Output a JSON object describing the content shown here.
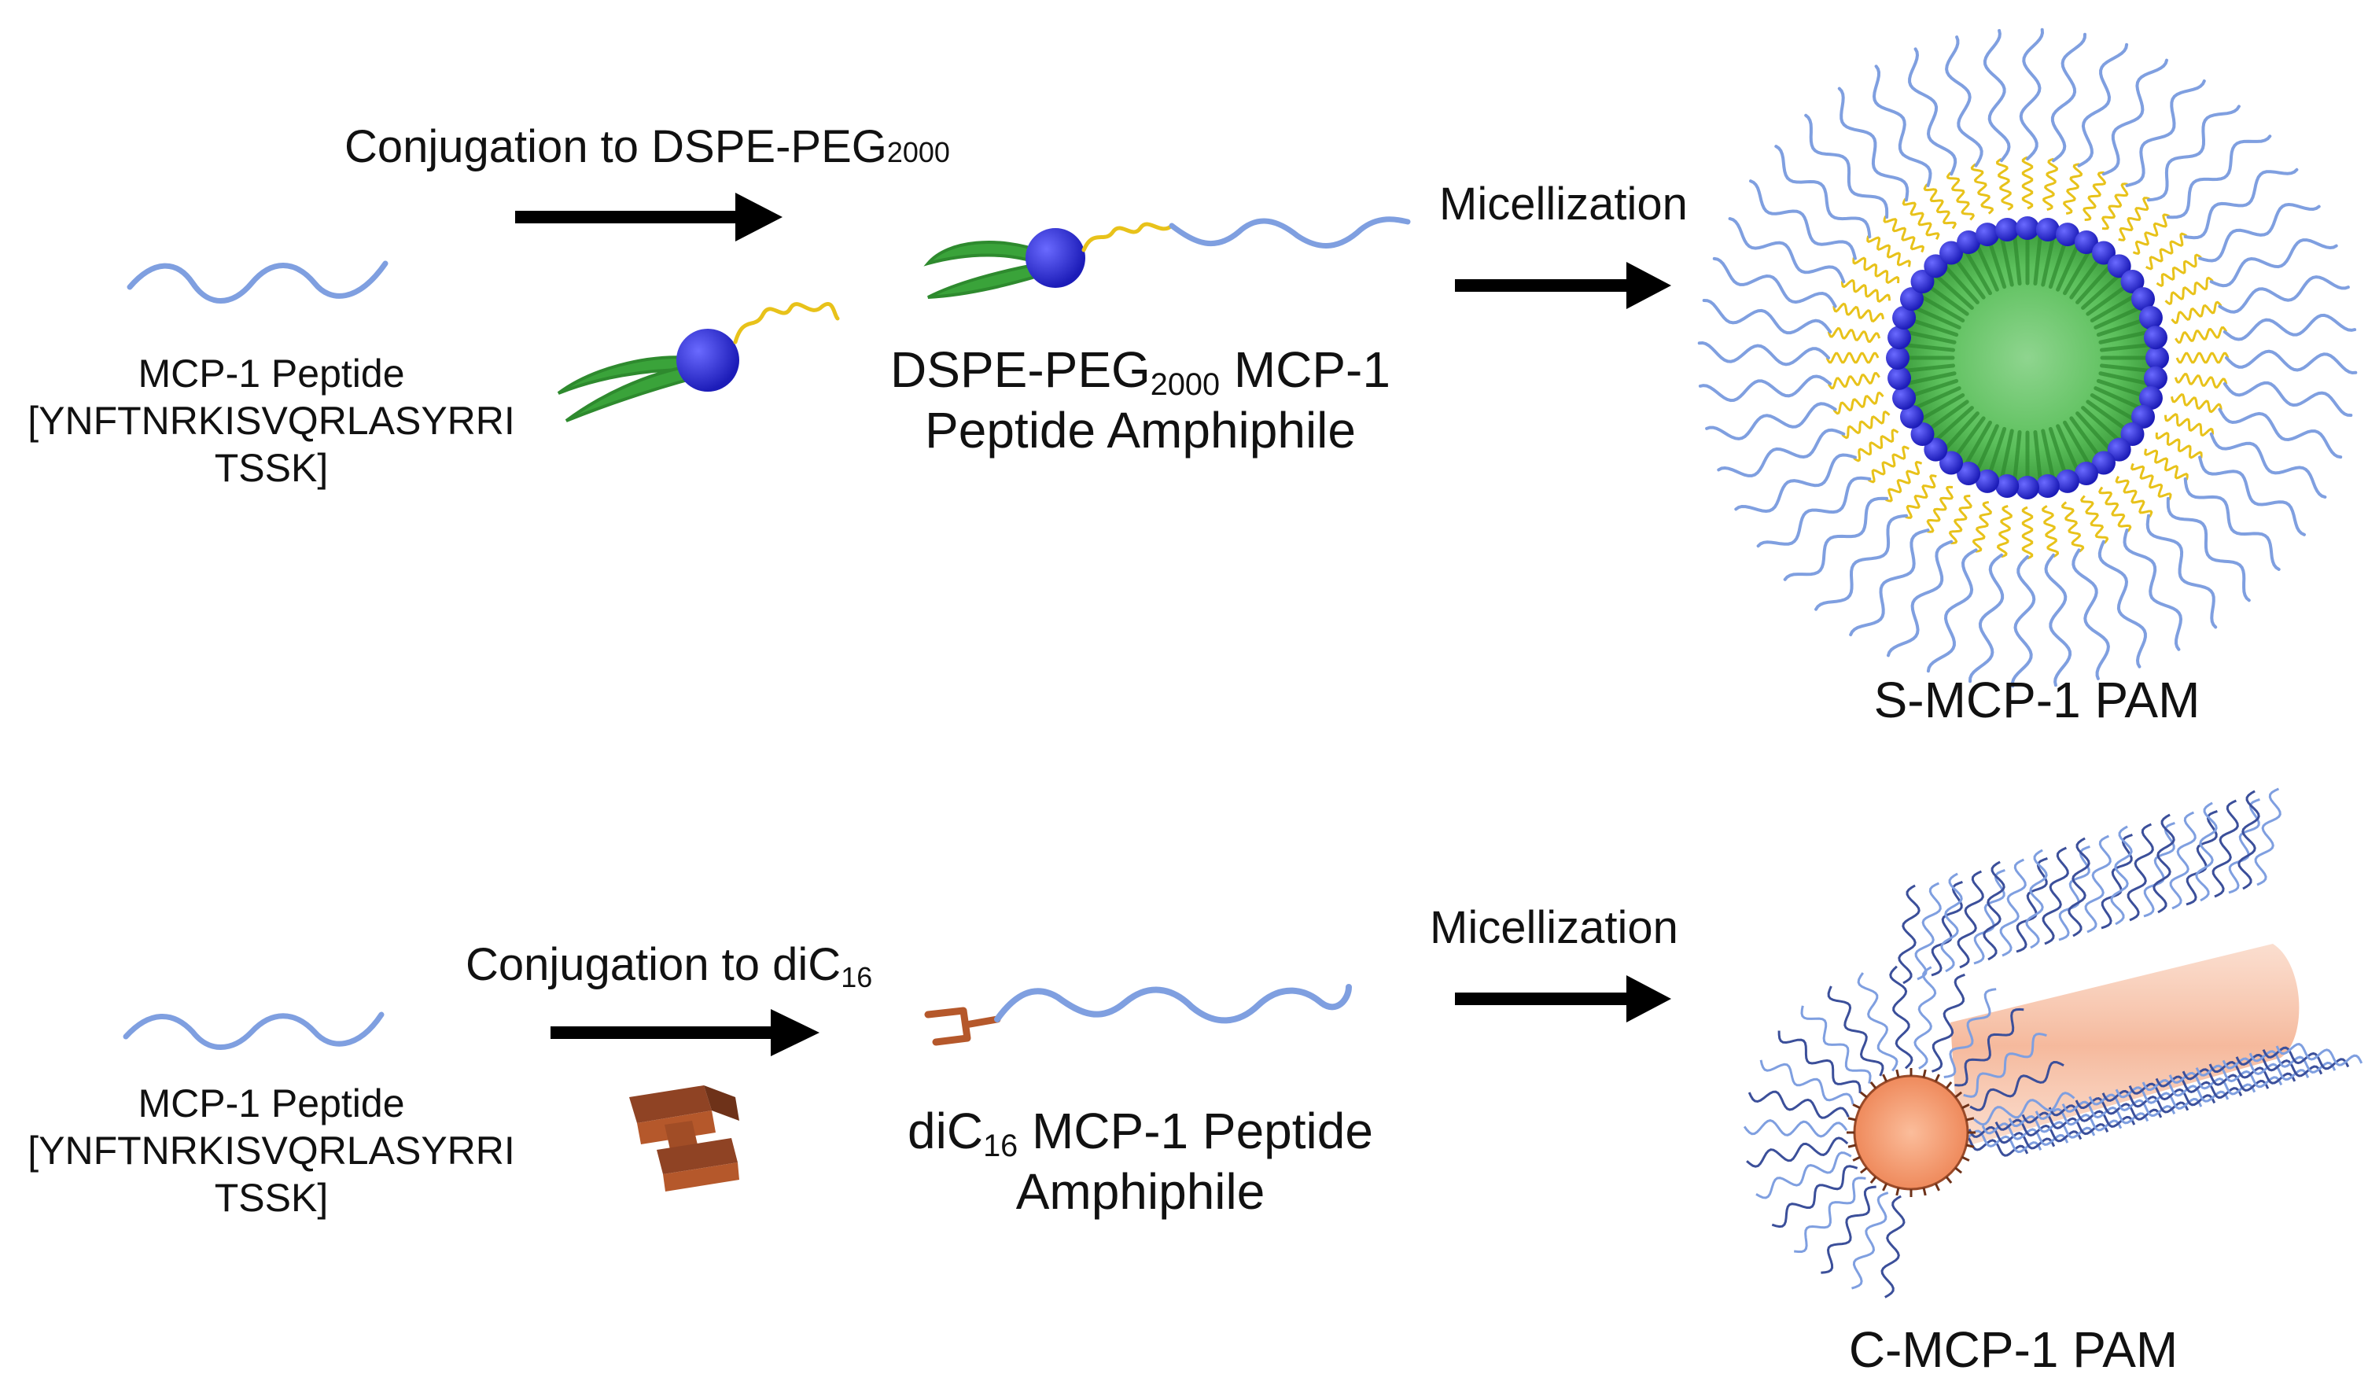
{
  "top_row": {
    "peptide_label_line1": "MCP-1 Peptide",
    "peptide_label_line2": "[YNFTNRKISVQRLASYRRI",
    "peptide_label_line3": "TSSK]",
    "step1_label_main": "Conjugation to DSPE-PEG",
    "step1_label_sub": "2000",
    "amphiphile_label_part1": "DSPE-PEG",
    "amphiphile_label_sub": "2000",
    "amphiphile_label_part2": " MCP-1",
    "amphiphile_label_line2": "Peptide Amphiphile",
    "step2_label": "Micellization",
    "product_label": "S-MCP-1 PAM"
  },
  "bottom_row": {
    "peptide_label_line1": "MCP-1 Peptide",
    "peptide_label_line2": "[YNFTNRKISVQRLASYRRI",
    "peptide_label_line3": "TSSK]",
    "step1_label_main": "Conjugation to diC",
    "step1_label_sub": "16",
    "amphiphile_label_part1": "diC",
    "amphiphile_label_sub": "16",
    "amphiphile_label_part2": " MCP-1 Peptide",
    "amphiphile_label_line2": "Amphiphile",
    "step2_label": "Micellization",
    "product_label": "C-MCP-1 PAM"
  },
  "colors": {
    "peptide": "#7f9fe0",
    "lipid_tail": "#3aa33a",
    "headgroup": "#2a2ad0",
    "peg": "#e8c21a",
    "dic16": "#b5582b",
    "cylinder_core": "#f4a582",
    "arrow": "#000000"
  }
}
